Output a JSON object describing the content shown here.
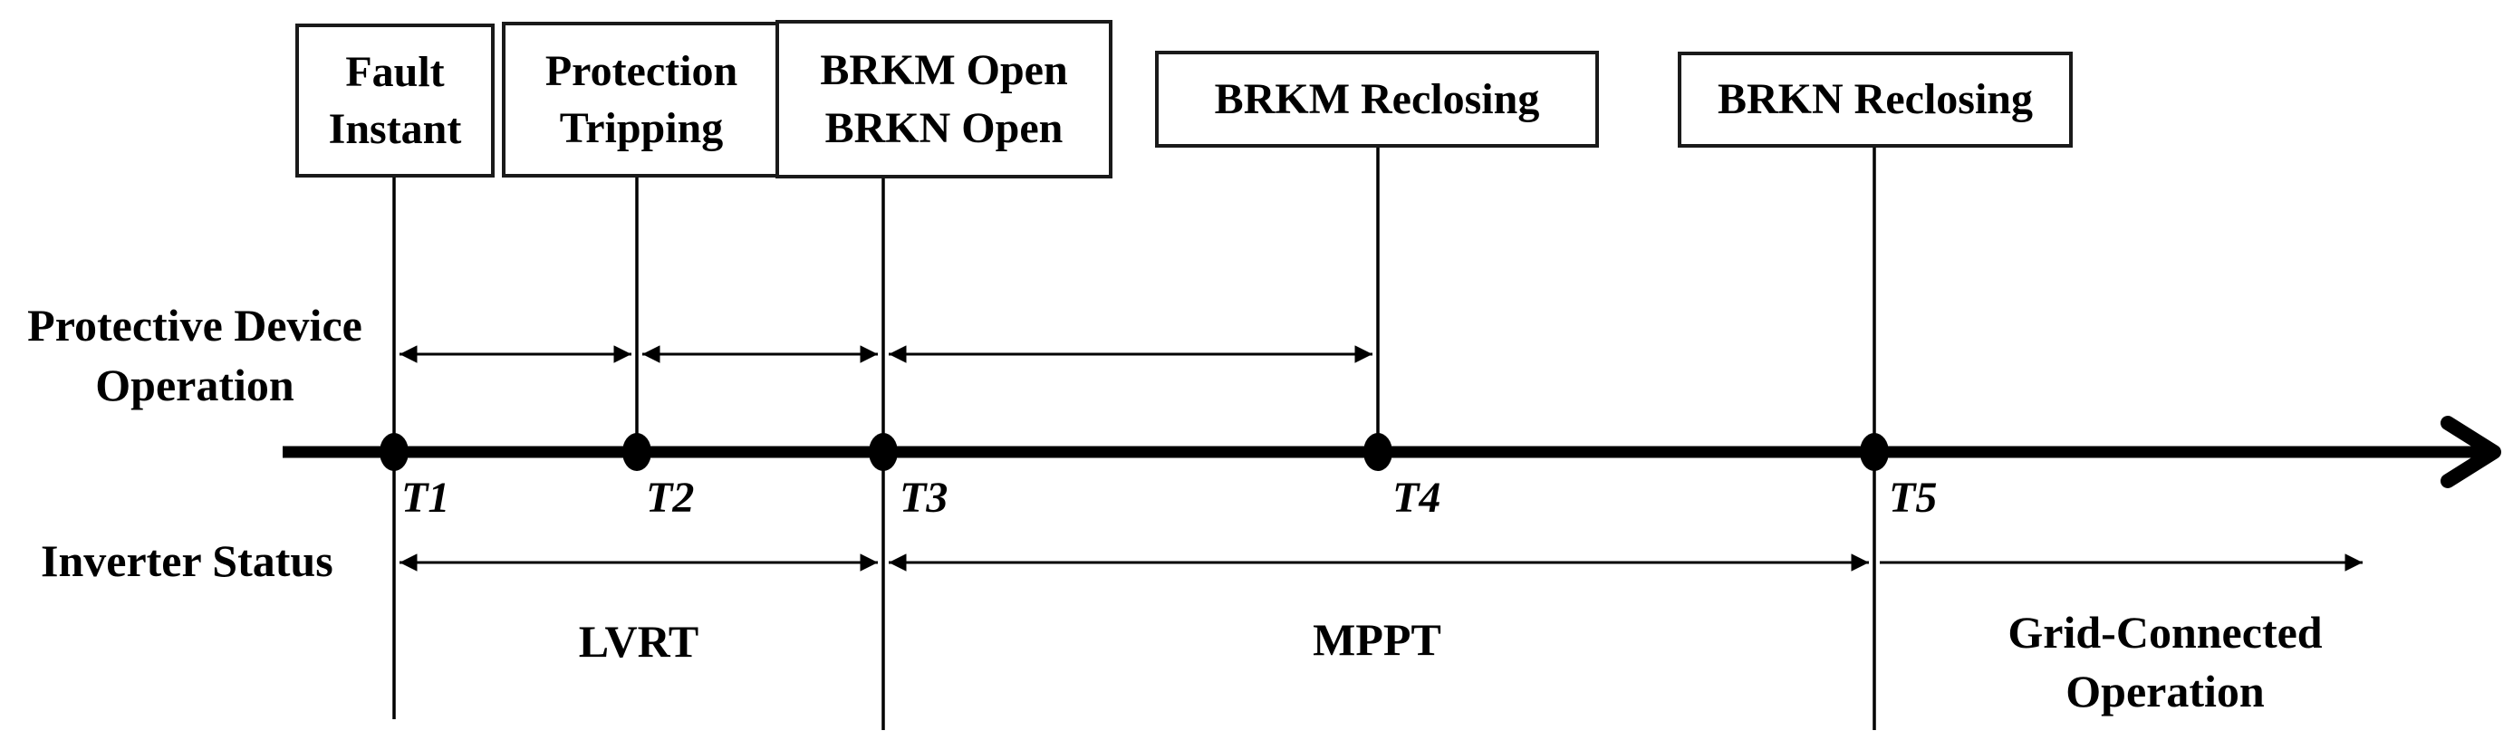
{
  "figure": {
    "background": "#ffffff",
    "ink": "#000000",
    "box_border": "#1a1a1a"
  },
  "event_boxes": [
    {
      "label": "Fault\nInstant"
    },
    {
      "label": "Protection\nTripping"
    },
    {
      "label": "BRKM Open\nBRKN Open"
    },
    {
      "label": "BRKM Reclosing"
    },
    {
      "label": "BRKN Reclosing"
    }
  ],
  "timeline": {
    "ticks": [
      "T1",
      "T2",
      "T3",
      "T4",
      "T5"
    ]
  },
  "rows": {
    "protective_device": {
      "label": "Protective Device\nOperation"
    },
    "inverter_status": {
      "label": "Inverter Status"
    }
  },
  "phases": [
    {
      "label": "LVRT"
    },
    {
      "label": "MPPT"
    },
    {
      "label": "Grid-Connected\nOperation"
    }
  ]
}
